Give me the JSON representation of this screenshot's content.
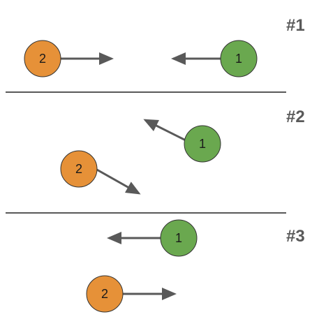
{
  "panels": [
    {
      "label": "#1"
    },
    {
      "label": "#2"
    },
    {
      "label": "#3"
    }
  ],
  "balls": {
    "one": {
      "label": "1",
      "color": "#6aa84f"
    },
    "two": {
      "label": "2",
      "color": "#e69138"
    }
  },
  "colors": {
    "divider": "#595959",
    "arrow": "#595959",
    "outline": "#333333"
  }
}
